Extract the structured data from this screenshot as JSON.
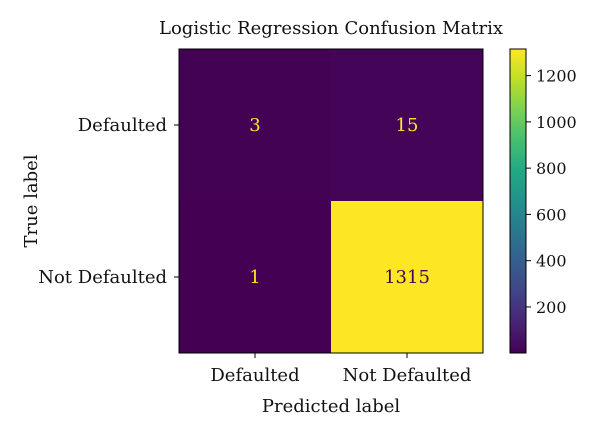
{
  "chart_data": {
    "type": "heatmap",
    "title": "Logistic Regression Confusion Matrix",
    "xlabel": "Predicted label",
    "ylabel": "True label",
    "x_categories": [
      "Defaulted",
      "Not Defaulted"
    ],
    "y_categories": [
      "Defaulted",
      "Not Defaulted"
    ],
    "values": [
      [
        3,
        15
      ],
      [
        1,
        1315
      ]
    ],
    "colorbar": {
      "ticks": [
        200,
        400,
        600,
        800,
        1000,
        1200
      ],
      "range": [
        1,
        1315
      ],
      "colormap": "viridis"
    },
    "colors": {
      "low": "#440154",
      "high": "#fde725",
      "text_on_dark": "#fde725",
      "text_on_light": "#440154"
    }
  }
}
